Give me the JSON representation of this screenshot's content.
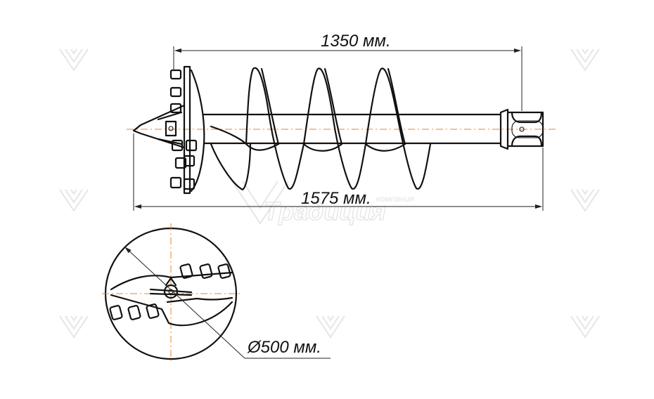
{
  "dimensions": {
    "screw_length": "1350 мм.",
    "total_length": "1575 мм.",
    "diameter": "Ø500 мм."
  },
  "watermark": {
    "company_small": "компания",
    "company_name": "Традиция"
  },
  "colors": {
    "lines": "#111111",
    "axis": "#e8842a",
    "watermark": "#e4e4e4"
  }
}
